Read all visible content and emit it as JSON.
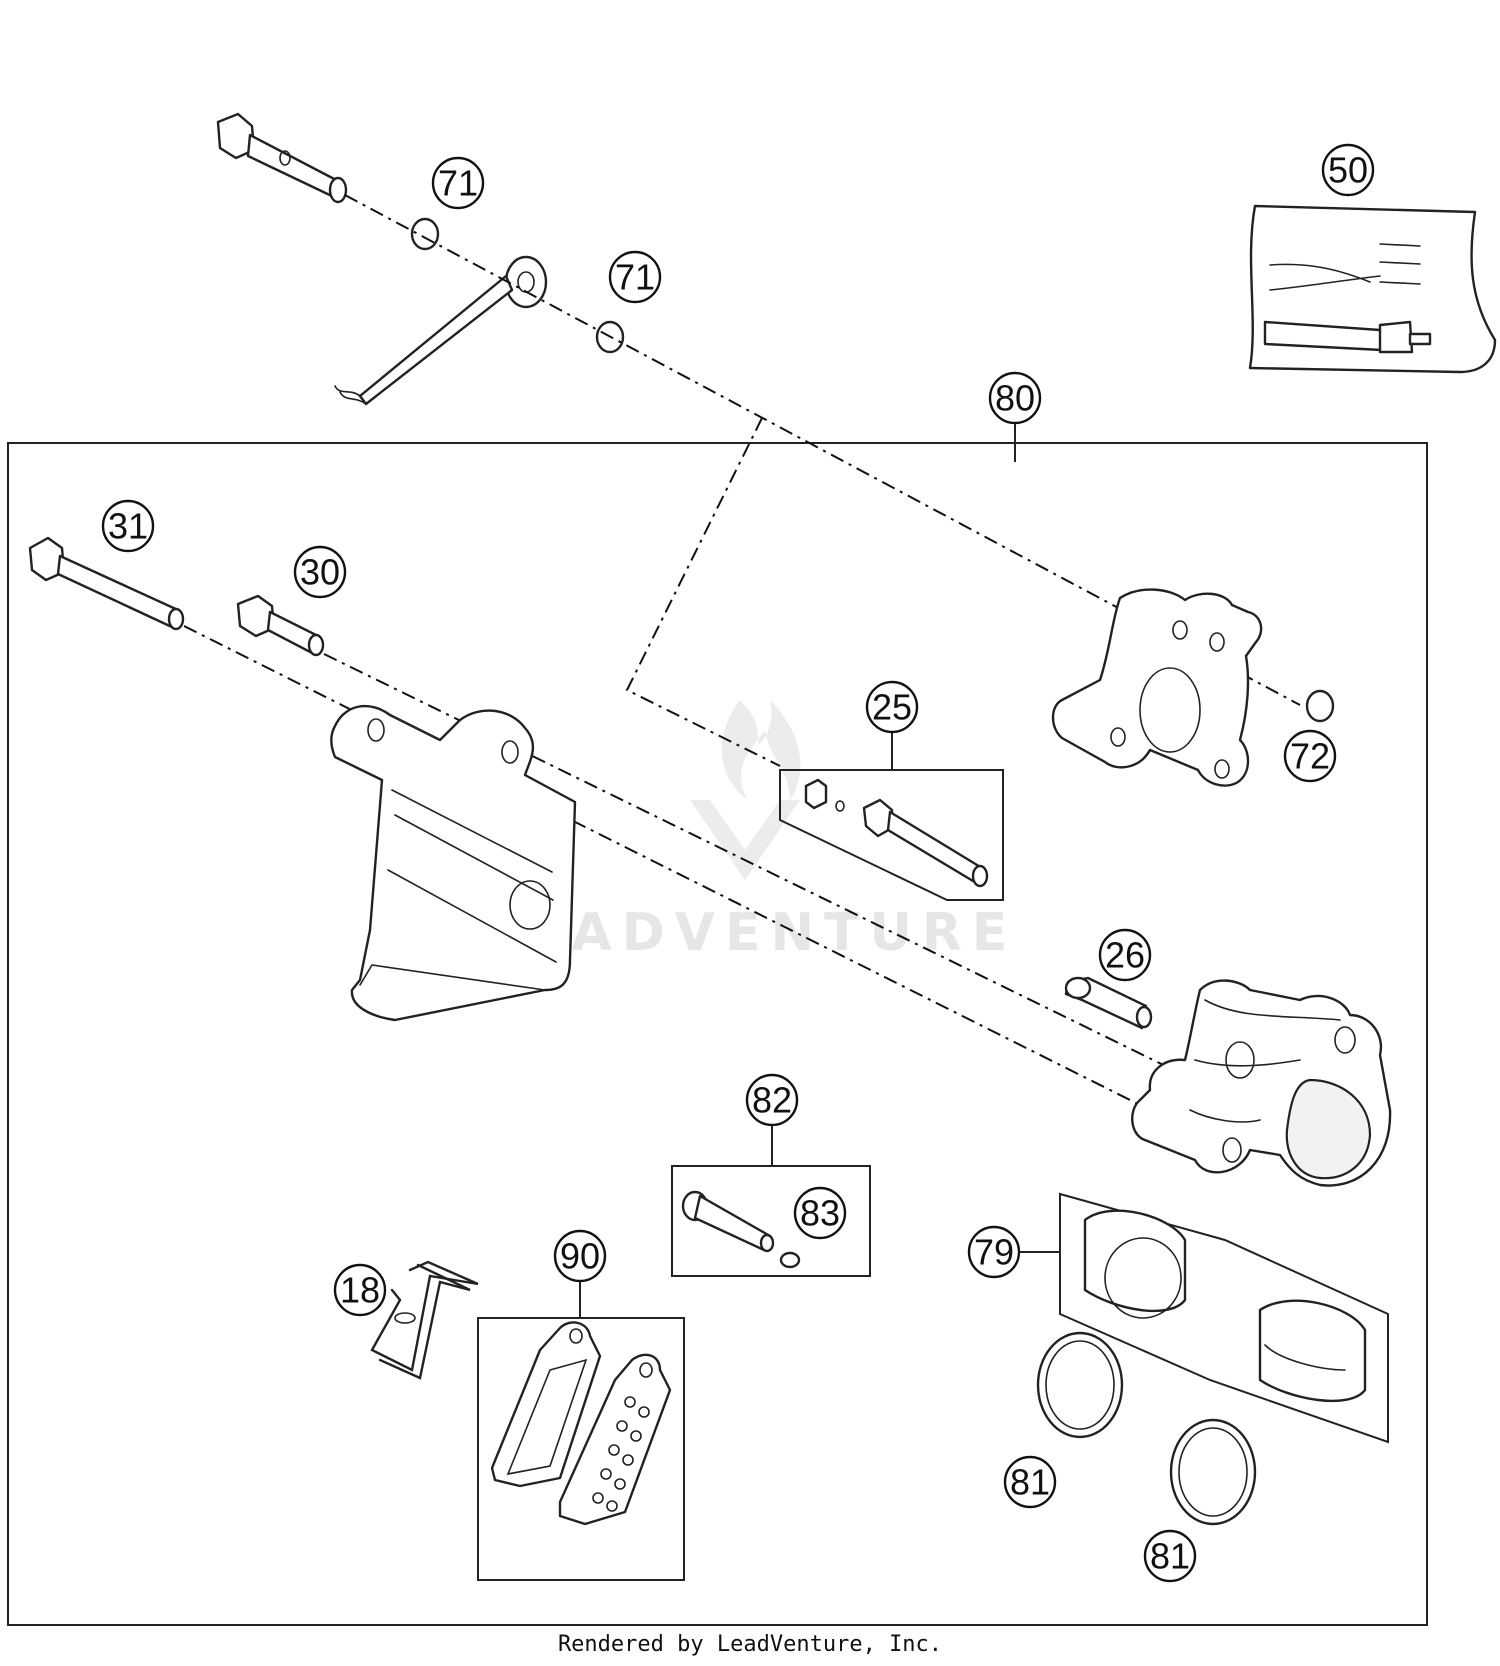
{
  "watermark": "LEADVENTURE",
  "credit": "Rendered by LeadVenture, Inc.",
  "callouts": {
    "c71a": "71",
    "c71b": "71",
    "c50": "50",
    "c80": "80",
    "c31": "31",
    "c30": "30",
    "c25": "25",
    "c72": "72",
    "c26": "26",
    "c82": "82",
    "c83": "83",
    "c79": "79",
    "c90": "90",
    "c18": "18",
    "c81a": "81",
    "c81b": "81"
  }
}
